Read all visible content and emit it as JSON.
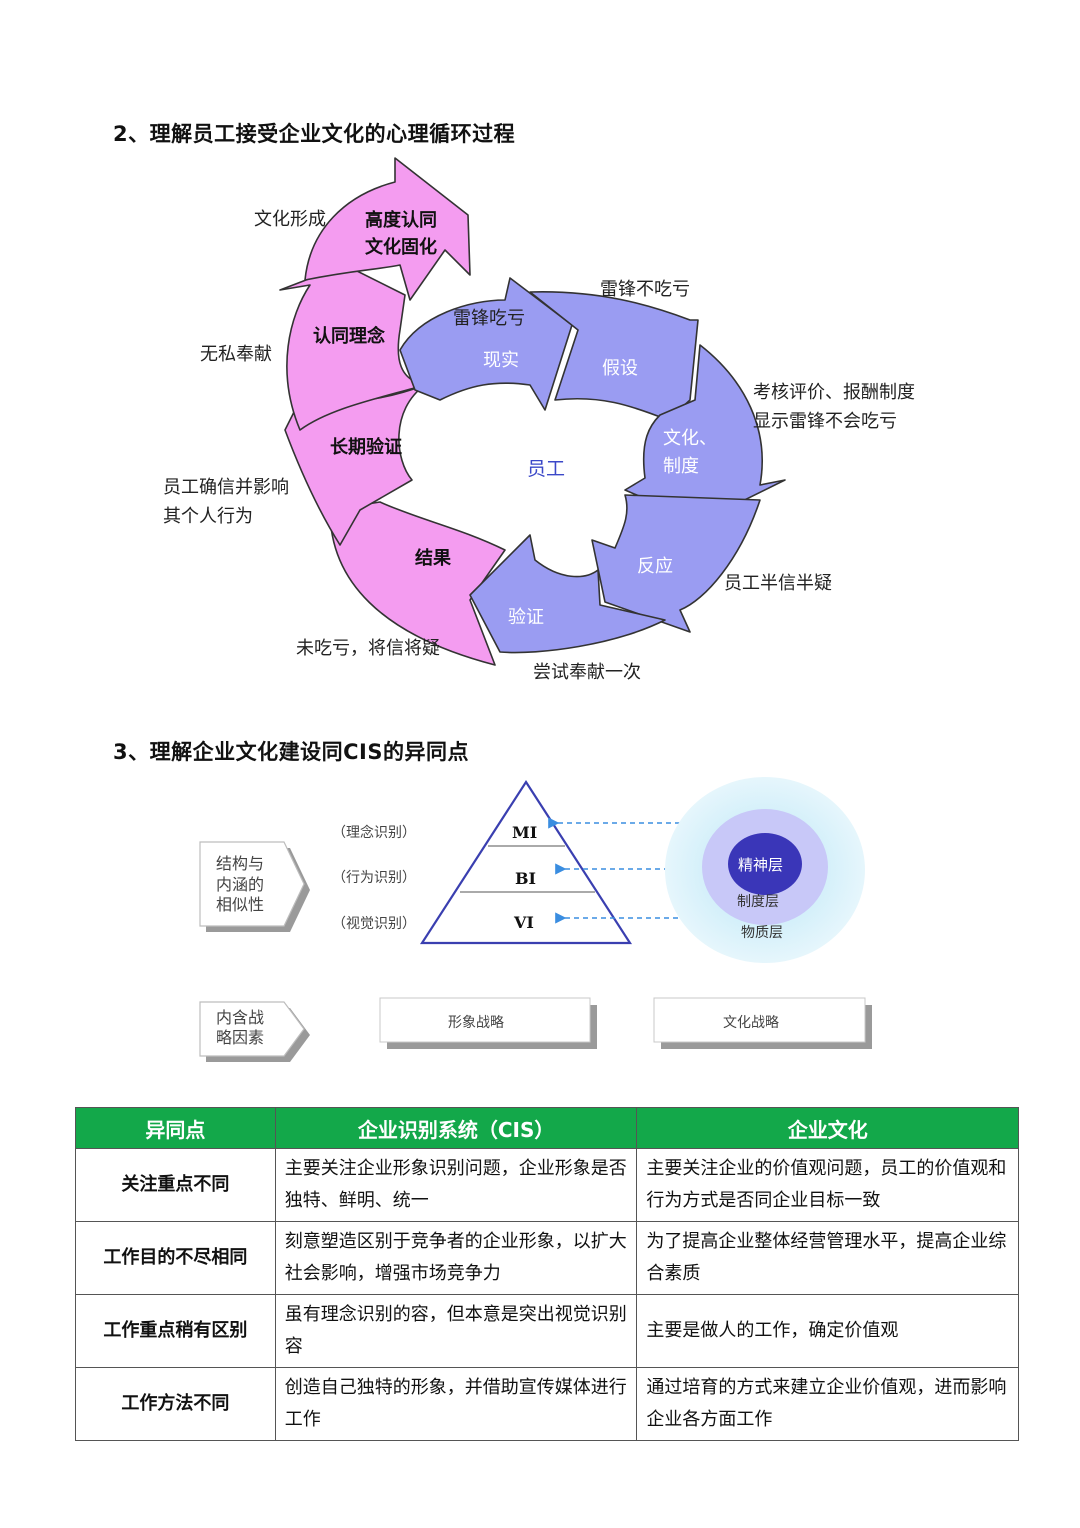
{
  "section2": {
    "title": "2、理解员工接受企业文化的心理循环过程",
    "center": "员工",
    "pink_arrows": [
      "高度认同",
      "文化固化",
      "认同理念",
      "长期验证",
      "结果"
    ],
    "blue_arrows": [
      "现实",
      "假设",
      "文化、",
      "制度",
      "反应",
      "验证"
    ],
    "labels": {
      "culture_form": "文化形成",
      "selfless": "无私奉献",
      "believe1": "员工确信并影响",
      "believe2": "其个人行为",
      "not_lose": "未吃亏，将信将疑",
      "try_once": "尝试奉献一次",
      "half": "员工半信半疑",
      "eval1": "考核评价、报酬制度",
      "eval2": "显示雷锋不会吃亏",
      "no_lose": "雷锋不吃亏",
      "lose": "雷锋吃亏"
    }
  },
  "section3": {
    "title": "3、理解企业文化建设同CIS的异同点",
    "box1": [
      "结构与",
      "内涵的",
      "相似性"
    ],
    "box2": [
      "内含战",
      "略因素"
    ],
    "left_labels": [
      "（理念识别）",
      "（行为识别）",
      "（视觉识别）"
    ],
    "pyramid": [
      "MI",
      "BI",
      "VI"
    ],
    "circles": [
      "精神层",
      "制度层",
      "物质层"
    ],
    "strategy": [
      "形象战略",
      "文化战略"
    ]
  },
  "table": {
    "headers": [
      "异同点",
      "企业识别系统（CIS）",
      "企业文化"
    ],
    "rows": [
      [
        "关注重点不同",
        "主要关注企业形象识别问题，企业形象是否独特、鲜明、统一",
        "主要关注企业的价值观问题，员工的价值观和行为方式是否同企业目标一致"
      ],
      [
        "工作目的不尽相同",
        "刻意塑造区别于竞争者的企业形象，以扩大社会影响，增强市场竞争力",
        "为了提高企业整体经营管理水平，提高企业综合素质"
      ],
      [
        "工作重点稍有区别",
        "虽有理念识别的容，但本意是突出视觉识别容",
        "主要是做人的工作，确定价值观"
      ],
      [
        "工作方法不同",
        "创造自己独特的形象，并借助宣传媒体进行工作",
        "通过培育的方式来建立企业价值观，进而影响企业各方面工作"
      ]
    ]
  },
  "colors": {
    "pink": "#f49cf0",
    "blue": "#9a9cf2",
    "table_header": "#13a84a"
  }
}
